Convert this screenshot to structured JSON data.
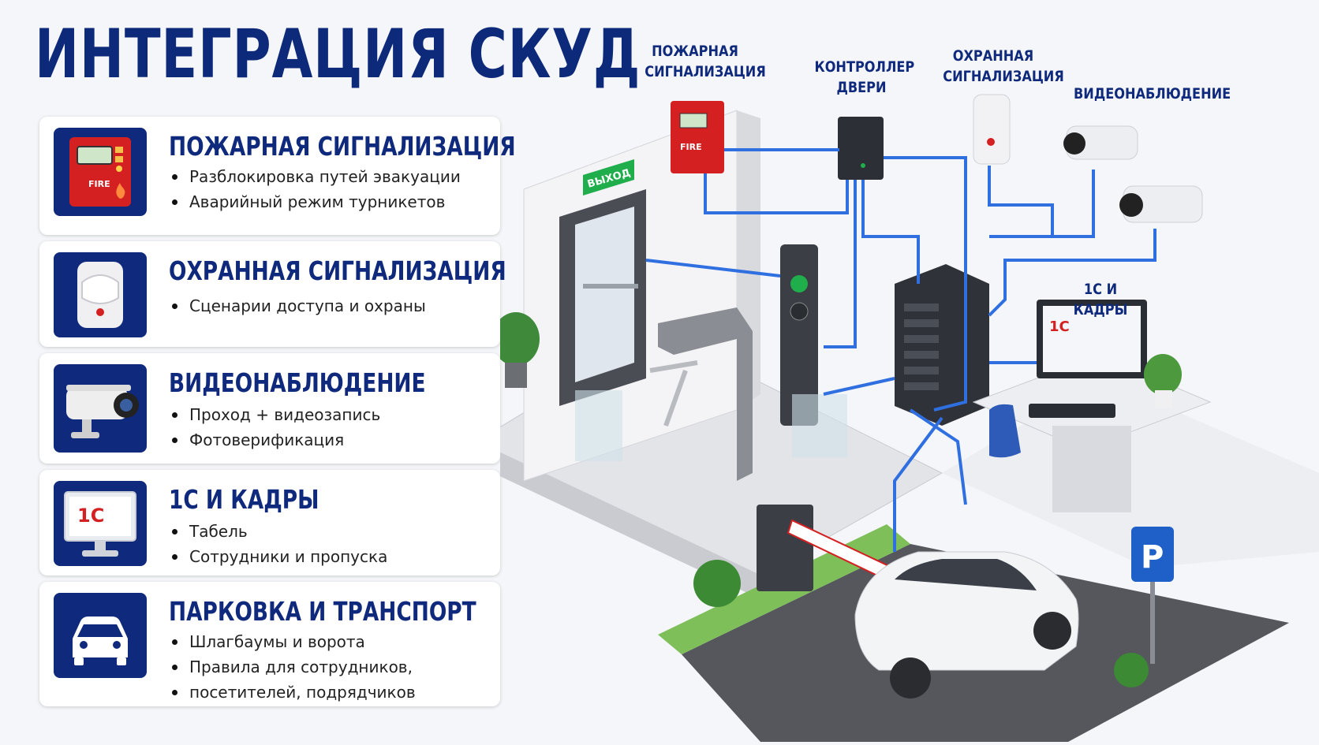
{
  "title": "ИНТЕГРАЦИЯ СКУД",
  "cards": [
    {
      "heading": "ПОЖАРНАЯ СИГНАЛИЗАЦИЯ",
      "icon": "fire-alarm-icon",
      "icon_text": "FIRE",
      "bullets": [
        "Разблокировка путей эвакуации",
        "Аварийный режим турникетов"
      ]
    },
    {
      "heading": "ОХРАННАЯ СИГНАЛИЗАЦИЯ",
      "icon": "motion-sensor-icon",
      "bullets": [
        "Сценарии доступа и охраны"
      ]
    },
    {
      "heading": "ВИДЕОНАБЛЮДЕНИЕ",
      "icon": "camera-icon",
      "bullets": [
        "Проход + видеозапись",
        "Фотоверификация"
      ]
    },
    {
      "heading": "1С И КАДРЫ",
      "icon": "monitor-1c-icon",
      "icon_text": "1С",
      "bullets": [
        "Табель",
        "Сотрудники и пропуска"
      ]
    },
    {
      "heading": "ПАРКОВКА И ТРАНСПОРТ",
      "icon": "car-icon",
      "bullets": [
        "Шлагбаумы и ворота",
        "Правила для сотрудников,",
        "посетителей, подрядчиков"
      ]
    }
  ],
  "scene": {
    "labels": {
      "fire": [
        "ПОЖАРНАЯ",
        "СИГНАЛИЗАЦИЯ"
      ],
      "controller": [
        "КОНТРОЛЛЕР",
        "ДВЕРИ"
      ],
      "security": [
        "ОХРАННАЯ",
        "СИГНАЛИЗАЦИЯ"
      ],
      "video": [
        "ВИДЕОНАБЛЮДЕНИЕ"
      ],
      "onec": [
        "1С И КАДРЫ"
      ]
    },
    "exit_sign": "ВЫХОД",
    "fire_panel_text": "FIRE",
    "parking_sign": "P",
    "screen_logo": "1С"
  },
  "colors": {
    "navy": "#0f2a7c",
    "wire": "#2f6fe0",
    "fire": "#d42020",
    "accent_green": "#1fae4b"
  }
}
